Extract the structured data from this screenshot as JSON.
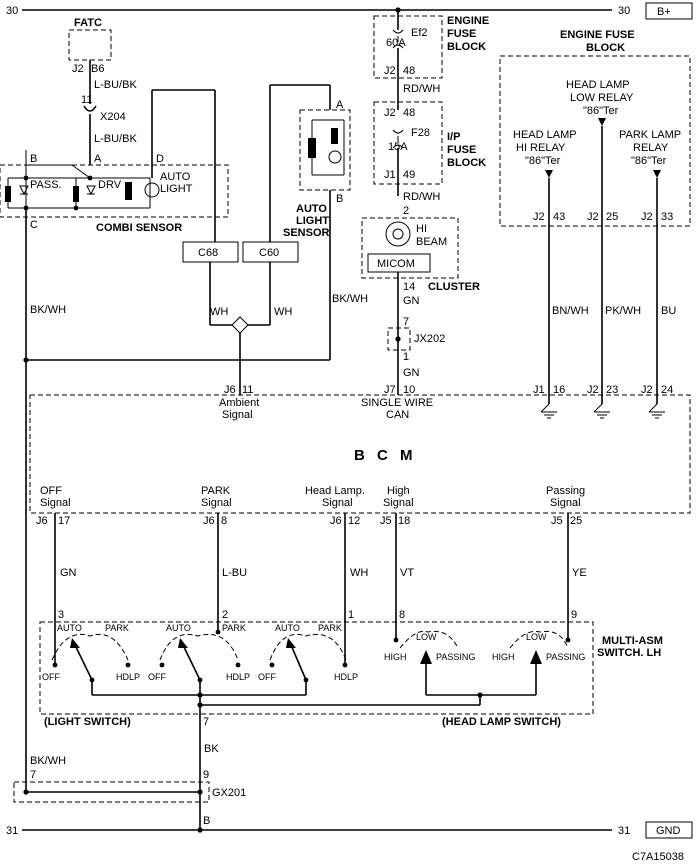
{
  "rails": {
    "top_left_number": "30",
    "top_right_number": "30",
    "top_label": "B+",
    "bottom_left_number": "31",
    "bottom_right_number": "31",
    "bottom_label": "GND"
  },
  "fatc": {
    "title": "FATC",
    "pin_conn": "J2",
    "pin": "B6",
    "wire1": "L-BU/BK",
    "splice_pin": "11",
    "splice": "X204",
    "wire2": "L-BU/BK"
  },
  "combi": {
    "title": "COMBI SENSOR",
    "pin_b": "B",
    "pin_a": "A",
    "pin_d": "D",
    "pin_c": "C",
    "pass": "PASS.",
    "drv": "DRV",
    "auto1": "AUTO",
    "auto2": "LIGHT",
    "wire_c": "BK/WH"
  },
  "auto_light_sensor": {
    "line1": "AUTO",
    "line2": "LIGHT",
    "line3": "SENSOR",
    "pin_a": "A",
    "pin_b": "B",
    "wire": "BK/WH"
  },
  "ambient": {
    "c68": "C68",
    "c60": "C60",
    "wire_left": "WH",
    "wire_right": "WH",
    "conn": "J6",
    "pin": "11",
    "sig1": "Ambient",
    "sig2": "Signal"
  },
  "engine_fuse": {
    "fuse": "Ef2",
    "amp": "60A",
    "conn": "J2",
    "pin": "48",
    "t1": "ENGINE",
    "t2": "FUSE",
    "t3": "BLOCK",
    "wire": "RD/WH"
  },
  "ip_fuse": {
    "conn_in": "J2",
    "pin_in": "48",
    "fuse": "F28",
    "amp": "15A",
    "conn_out": "J1",
    "pin_out": "49",
    "t1": "I/P",
    "t2": "FUSE",
    "t3": "BLOCK",
    "wire": "RD/WH"
  },
  "cluster": {
    "pin_in": "2",
    "hi1": "HI",
    "hi2": "BEAM",
    "micom": "MICOM",
    "title": "CLUSTER",
    "pin_out": "14",
    "wire": "GN",
    "splice_in": "7",
    "splice": "JX202",
    "splice_out": "1",
    "wire2": "GN",
    "bcm_conn": "J7",
    "bcm_pin": "10",
    "sig1": "SINGLE WIRE",
    "sig2": "CAN"
  },
  "engine_fuse_block": {
    "t1": "ENGINE FUSE",
    "t2": "BLOCK",
    "low_relay": [
      "HEAD LAMP",
      "LOW RELAY",
      "\"86\"Ter"
    ],
    "hi_relay": [
      "HEAD LAMP",
      "HI RELAY",
      "\"86\"Ter"
    ],
    "park_relay": [
      "PARK LAMP",
      "RELAY",
      "\"86\"Ter"
    ],
    "hi_pin": [
      "J2",
      "43"
    ],
    "low_pin": [
      "J2",
      "25"
    ],
    "park_pin": [
      "J2",
      "33"
    ],
    "hi_wire": "BN/WH",
    "low_wire": "PK/WH",
    "park_wire": "BU",
    "bcm_hi": [
      "J1",
      "16"
    ],
    "bcm_low": [
      "J2",
      "23"
    ],
    "bcm_park": [
      "J2",
      "24"
    ]
  },
  "bcm": {
    "title": "B C M",
    "signals": [
      {
        "l1": "OFF",
        "l2": "Signal",
        "conn": "J6",
        "pin": "17",
        "wire": "GN",
        "sw_pin": "3"
      },
      {
        "l1": "PARK",
        "l2": "Signal",
        "conn": "J6",
        "pin": "8",
        "wire": "L-BU",
        "sw_pin": "2"
      },
      {
        "l1": "Head Lamp.",
        "l2": "Signal",
        "conn": "J6",
        "pin": "12",
        "wire": "WH",
        "sw_pin": "1"
      },
      {
        "l1": "High",
        "l2": "Signal",
        "conn": "J5",
        "pin": "18",
        "wire": "VT",
        "sw_pin": "8"
      },
      {
        "l1": "Passing",
        "l2": "Signal",
        "conn": "J5",
        "pin": "25",
        "wire": "YE",
        "sw_pin": "9"
      }
    ]
  },
  "switch": {
    "t1": "MULTI-ASM",
    "t2": "SWITCH. LH",
    "auto": "AUTO",
    "park": "PARK",
    "off": "OFF",
    "hdlp": "HDLP",
    "low": "LOW",
    "high": "HIGH",
    "passing": "PASSING",
    "light_switch": "(LIGHT SWITCH)",
    "head_lamp_switch": "(HEAD LAMP SWITCH)",
    "gnd_pin": "7",
    "wire": "BK"
  },
  "ground": {
    "left_wire": "BK/WH",
    "pin_left": "7",
    "pin_right": "9",
    "splice": "GX201",
    "pin_bottom": "B"
  },
  "figure_id": "C7A15038"
}
